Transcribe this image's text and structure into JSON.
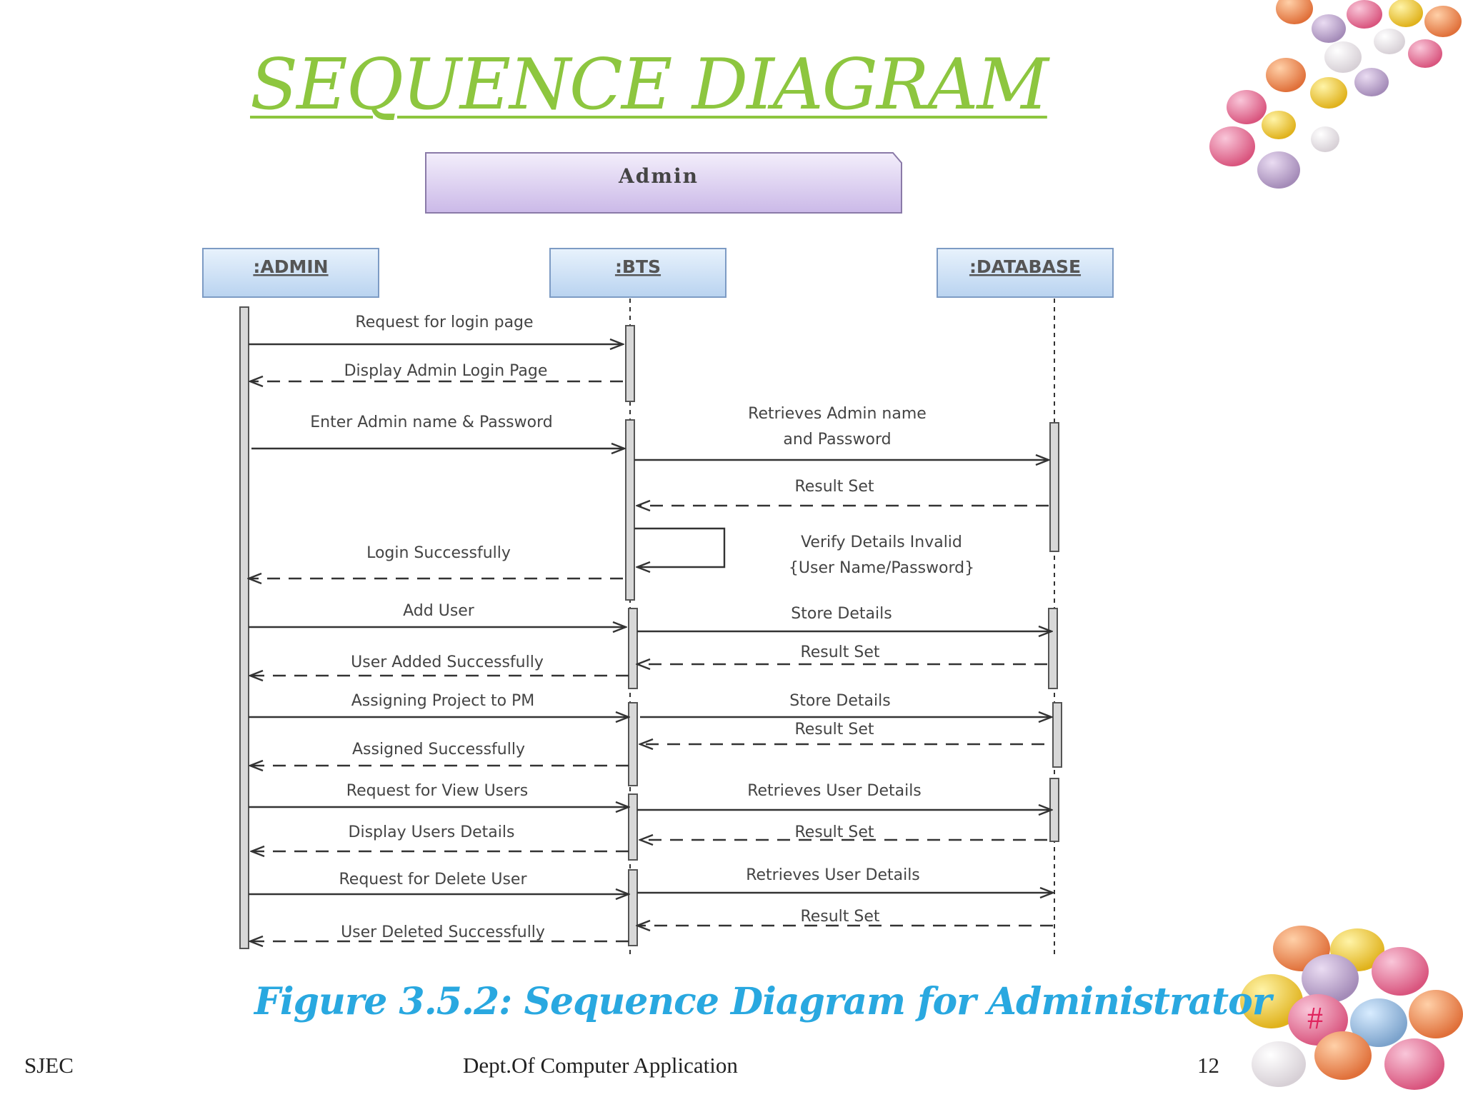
{
  "slide": {
    "title": "SEQUENCE DIAGRAM",
    "caption": "Figure 3.5.2: Sequence Diagram for Administrator",
    "footer_left": "SJEC",
    "footer_center": "Dept.Of Computer Application",
    "slide_number": "12",
    "hash_mark": "#"
  },
  "diagram": {
    "frame_title": "Admin",
    "lifelines": [
      ":ADMIN",
      ":BTS",
      ":DATABASE"
    ],
    "messages": [
      {
        "from": ":ADMIN",
        "to": ":BTS",
        "label": "Request for login page",
        "type": "sync"
      },
      {
        "from": ":BTS",
        "to": ":ADMIN",
        "label": "Display Admin Login Page",
        "type": "return"
      },
      {
        "from": ":ADMIN",
        "to": ":BTS",
        "label": "Enter Admin name & Password",
        "type": "sync"
      },
      {
        "from": ":BTS",
        "to": ":DATABASE",
        "label": "Retrieves Admin name and Password",
        "type": "sync"
      },
      {
        "from": ":DATABASE",
        "to": ":BTS",
        "label": "Result Set",
        "type": "return"
      },
      {
        "from": ":BTS",
        "to": ":BTS",
        "label": "Verify Details Invalid {User Name/Password}",
        "type": "self"
      },
      {
        "from": ":BTS",
        "to": ":ADMIN",
        "label": "Login Successfully",
        "type": "return"
      },
      {
        "from": ":ADMIN",
        "to": ":BTS",
        "label": "Add User",
        "type": "sync"
      },
      {
        "from": ":BTS",
        "to": ":DATABASE",
        "label": "Store Details",
        "type": "sync"
      },
      {
        "from": ":DATABASE",
        "to": ":BTS",
        "label": "Result Set",
        "type": "return"
      },
      {
        "from": ":BTS",
        "to": ":ADMIN",
        "label": "User Added Successfully",
        "type": "return"
      },
      {
        "from": ":ADMIN",
        "to": ":BTS",
        "label": "Assigning Project to PM",
        "type": "sync"
      },
      {
        "from": ":BTS",
        "to": ":DATABASE",
        "label": "Store Details",
        "type": "sync"
      },
      {
        "from": ":DATABASE",
        "to": ":BTS",
        "label": "Result Set",
        "type": "return"
      },
      {
        "from": ":BTS",
        "to": ":ADMIN",
        "label": "Assigned Successfully",
        "type": "return"
      },
      {
        "from": ":ADMIN",
        "to": ":BTS",
        "label": "Request for View Users",
        "type": "sync"
      },
      {
        "from": ":BTS",
        "to": ":DATABASE",
        "label": "Retrieves User Details",
        "type": "sync"
      },
      {
        "from": ":DATABASE",
        "to": ":BTS",
        "label": "Result Set",
        "type": "return"
      },
      {
        "from": ":BTS",
        "to": ":ADMIN",
        "label": "Display Users Details",
        "type": "return"
      },
      {
        "from": ":ADMIN",
        "to": ":BTS",
        "label": "Request for Delete User",
        "type": "sync"
      },
      {
        "from": ":BTS",
        "to": ":DATABASE",
        "label": "Retrieves User Details",
        "type": "sync"
      },
      {
        "from": ":DATABASE",
        "to": ":BTS",
        "label": "Result Set",
        "type": "return"
      },
      {
        "from": ":BTS",
        "to": ":ADMIN",
        "label": "User Deleted Successfully",
        "type": "return"
      }
    ]
  },
  "colors": {
    "title": "#8dc63f",
    "caption": "#29a8e0",
    "lifeline_box": "#cfe2f7",
    "frame_box": "#dcd0f0",
    "hash": "#e0245e"
  },
  "decor": {
    "top_right": "candy-eggs-image",
    "bottom_right": "candy-eggs-image"
  }
}
